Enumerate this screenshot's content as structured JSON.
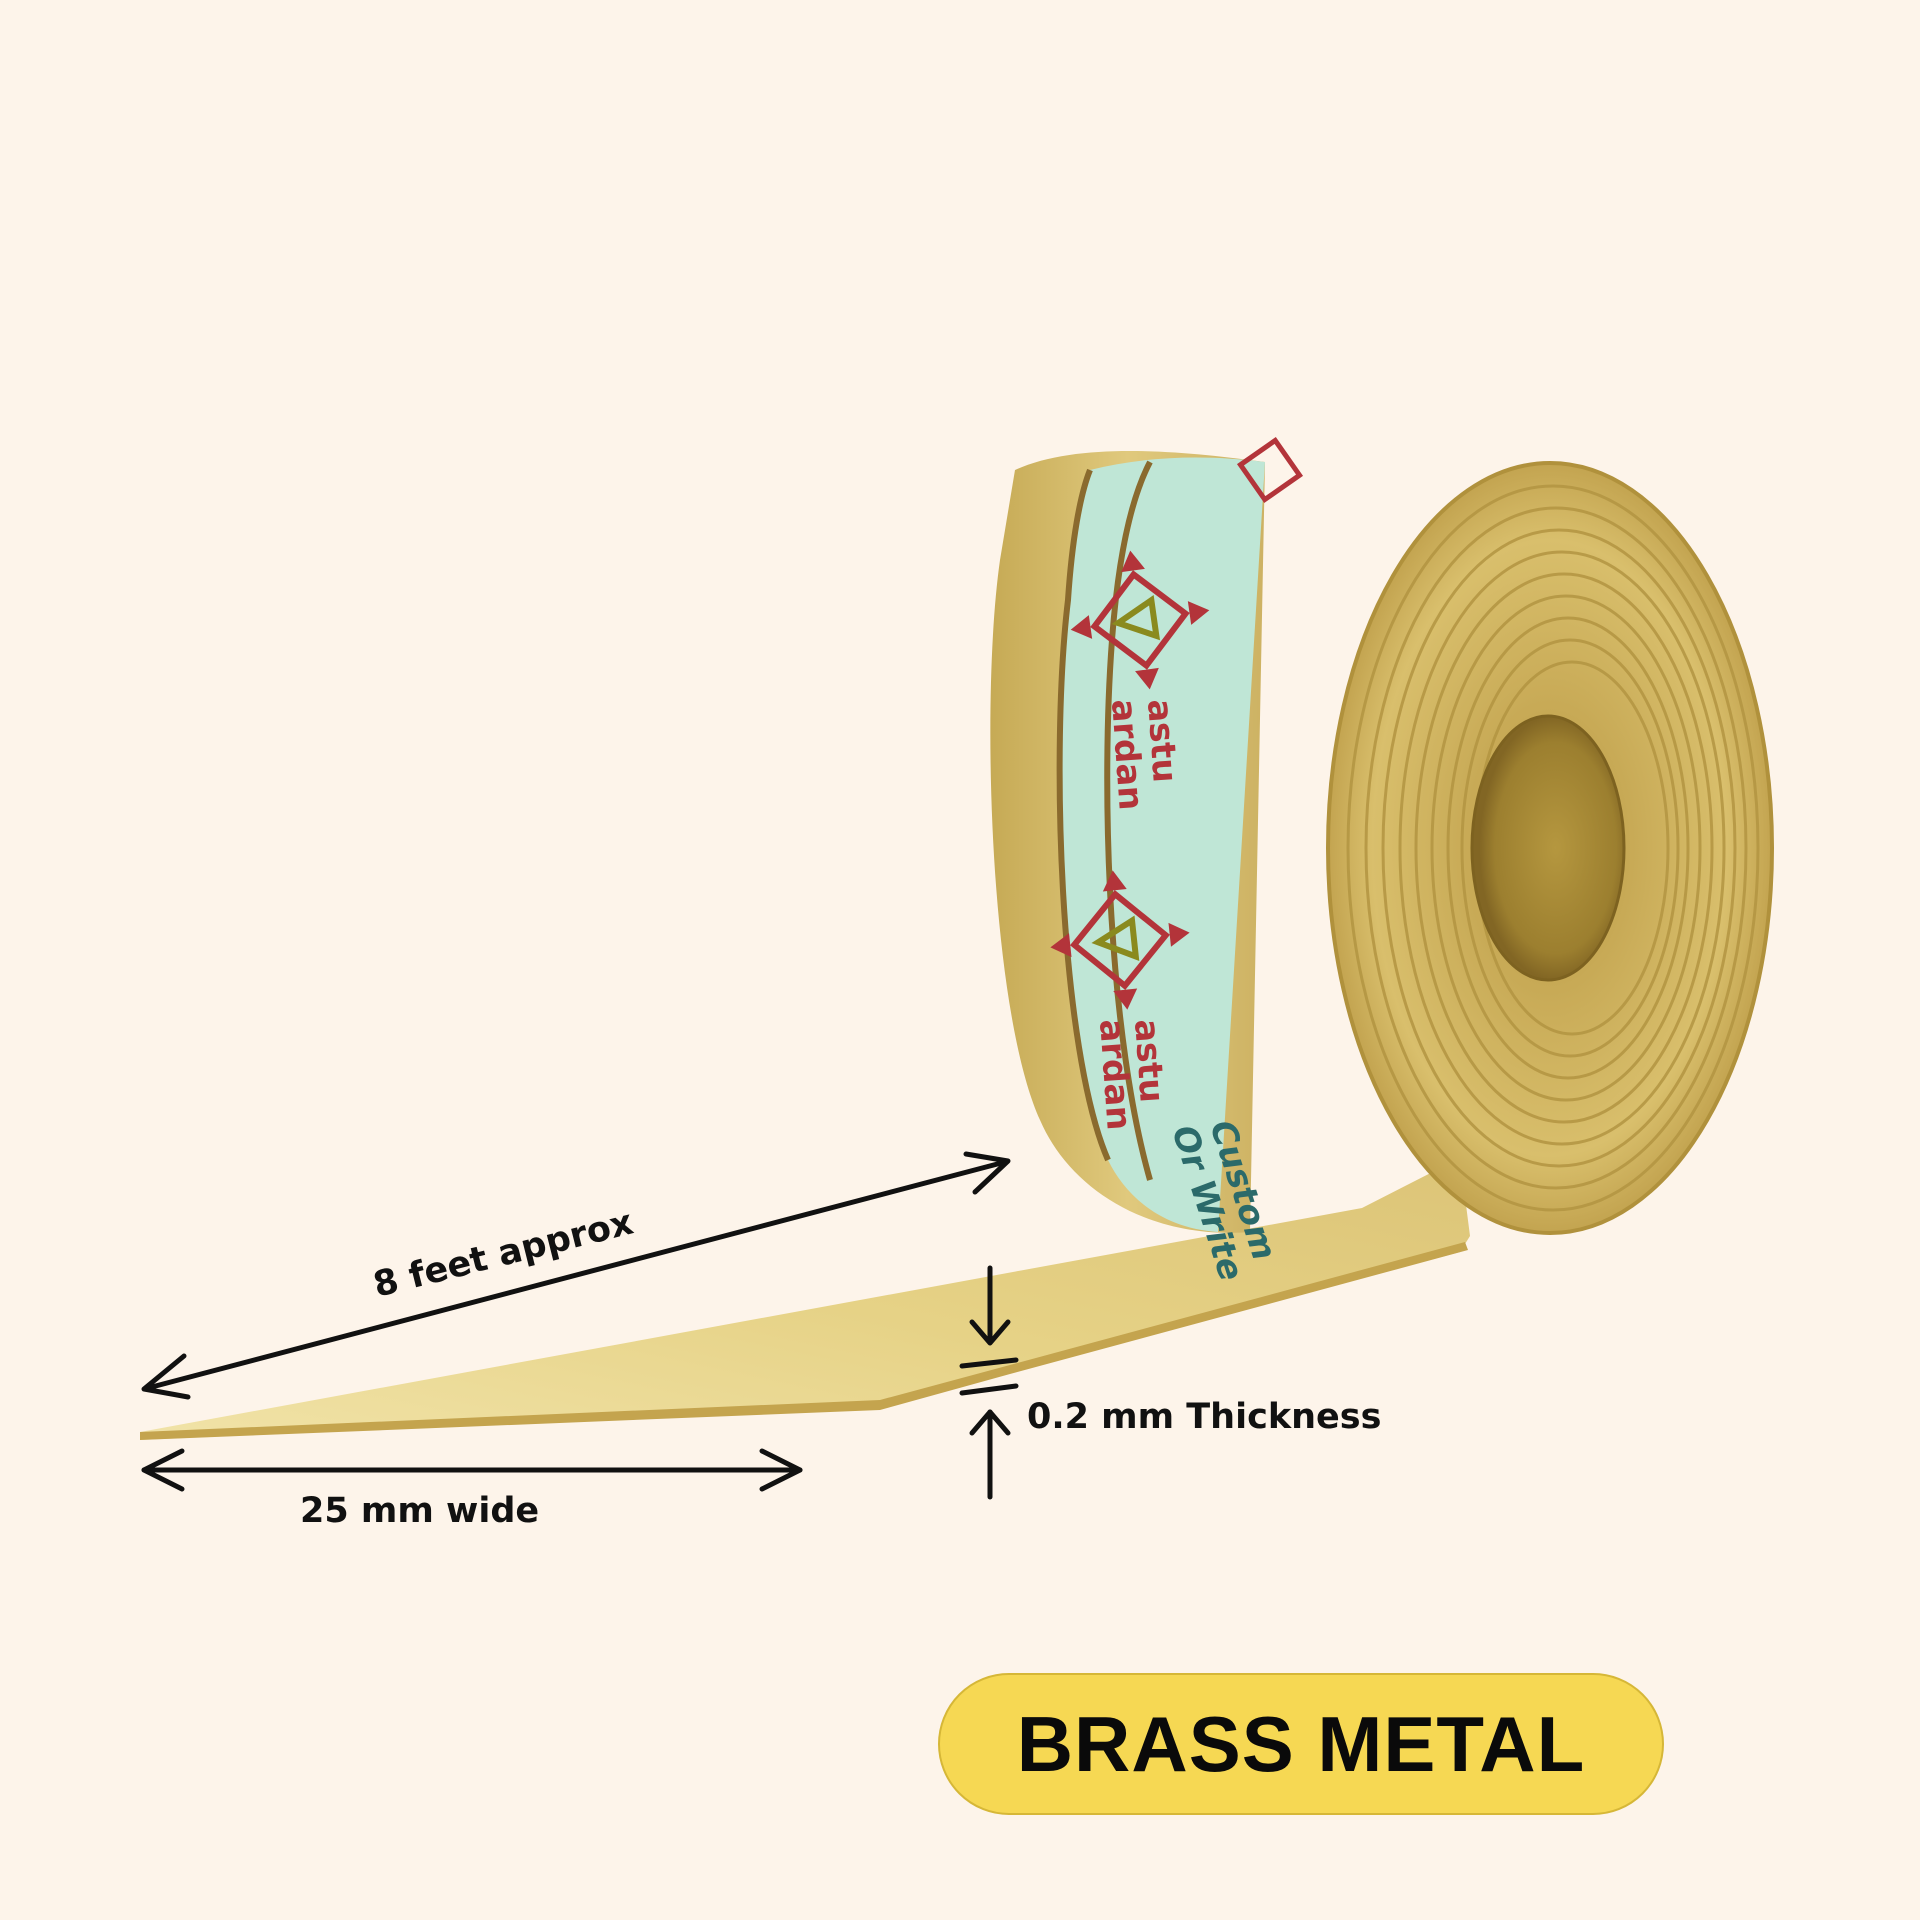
{
  "product": {
    "length_label": "8 feet approx",
    "width_label": "25 mm wide",
    "thickness_label": "0.2 mm Thickness",
    "material_badge": "BRASS METAL"
  },
  "roll_label": {
    "brand_line_1": "astu",
    "brand_line_2": "ardan",
    "brand_initial": "V",
    "text_line_1": "Custom",
    "text_line_2": "Or Write"
  },
  "colors": {
    "background": "#fdf4ea",
    "brass": "#d8bf6a",
    "brass_light": "#ecd997",
    "brass_dark": "#a8893a",
    "label_band": "#bfe6d6",
    "logo_red": "#b3343a",
    "logo_olive": "#8a8a1e",
    "badge": "#f6d853"
  },
  "icons": {
    "logo": "vastu-arrow-cross-icon",
    "arrows": "double-headed-arrow-icon"
  }
}
